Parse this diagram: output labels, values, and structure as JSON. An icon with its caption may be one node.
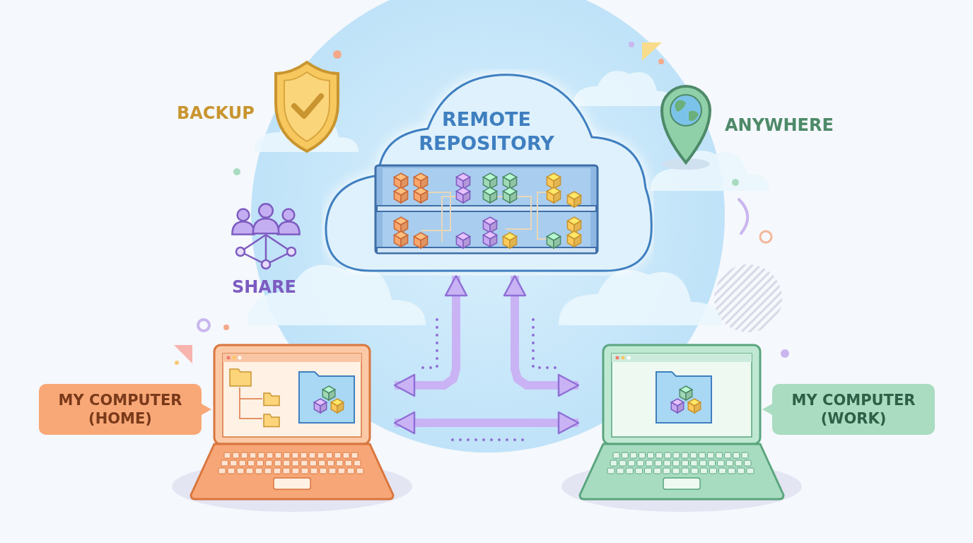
{
  "diagram": {
    "nodes": [
      {
        "text": [
          "REMOTE REPOSITORY"
        ]
      },
      {
        "text": [
          "MY COMPUTER (HOME)"
        ]
      },
      {
        "text": [],
        "shape": "picture"
      },
      {
        "text": [],
        "shape": "picture"
      },
      {
        "text": [
          "MY COMPUTER (WORK)"
        ]
      }
    ],
    "edges": [
      {
        "from": 0,
        "to": 2,
        "arrow": "both"
      },
      {
        "from": 0,
        "to": 3,
        "arrow": "both"
      },
      {
        "from": 2,
        "to": 3,
        "arrow": "both"
      }
    ],
    "labels": [
      "BACKUP",
      "ANYWHERE",
      "SHARE"
    ]
  }
}
